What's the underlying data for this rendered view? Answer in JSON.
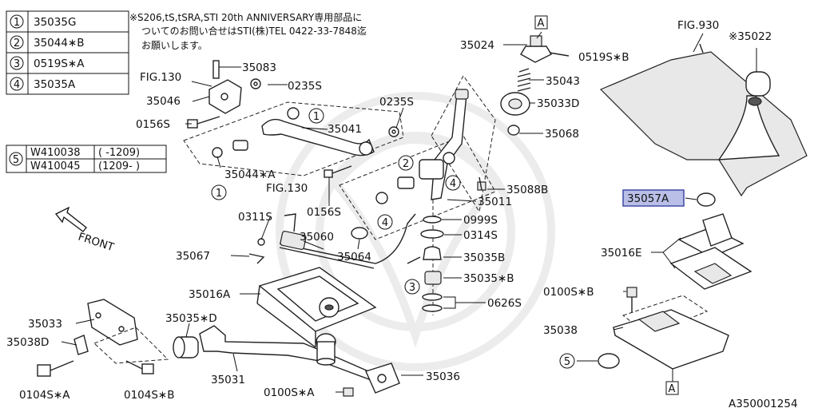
{
  "legend_parts": [
    {
      "num": "1",
      "code": "35035G"
    },
    {
      "num": "2",
      "code": "35044∗B"
    },
    {
      "num": "3",
      "code": "0519S∗A"
    },
    {
      "num": "4",
      "code": "35035A"
    }
  ],
  "washer_table": {
    "num": "5",
    "rows": [
      {
        "code": "W410038",
        "range": "( -1209)"
      },
      {
        "code": "W410045",
        "range": "(1209- )"
      }
    ]
  },
  "notice_lines": [
    "※S206,tS,tSRA,STI 20th ANNIVERSARY専用部品に",
    "ついてのお問い合せはSTI(株)TEL 0422-33-7848迄",
    "お願いします。"
  ],
  "labels": {
    "p35083": "35083",
    "fig130_top": "FIG.130",
    "p0235s_a": "0235S",
    "p35046": "35046",
    "p0156s_a": "0156S",
    "p35041": "35041",
    "p0235s_b": "0235S",
    "p35044a": "35044∗A",
    "fig130_mid": "FIG.130",
    "p0156s_b": "0156S",
    "p0311s": "0311S",
    "front": "FRONT",
    "p35060": "35060",
    "p35064": "35064",
    "p35067": "35067",
    "p35016a": "35016A",
    "p35033": "35033",
    "p35038d": "35038D",
    "p35035d": "35035∗D",
    "p0104sa": "0104S∗A",
    "p0104sb": "0104S∗B",
    "p35031": "35031",
    "p0100sa": "0100S∗A",
    "p35036": "35036",
    "p35024": "35024",
    "p0519sb": "0519S∗B",
    "p35043": "35043",
    "p35033d": "35033D",
    "p35068": "35068",
    "p35088b": "35088B",
    "p35011": "35011",
    "p0999s": "0999S",
    "p0314s": "0314S",
    "p35035b": "35035B",
    "p35035xb": "35035∗B",
    "p0626s": "0626S",
    "fig930": "FIG.930",
    "p35022": "※35022",
    "p35057a": "35057A",
    "p35016e": "35016E",
    "p0100sb": "0100S∗B",
    "p35038": "35038",
    "ref_a": "A",
    "ref_num1": "1",
    "ref_num2": "2",
    "ref_num3": "3",
    "ref_num4": "4",
    "ref_num5": "5",
    "diagram_id": "A350001254"
  },
  "colors": {
    "highlight_fill": "#b9bfe6",
    "highlight_border": "#3f4aa6",
    "line": "#222222"
  }
}
